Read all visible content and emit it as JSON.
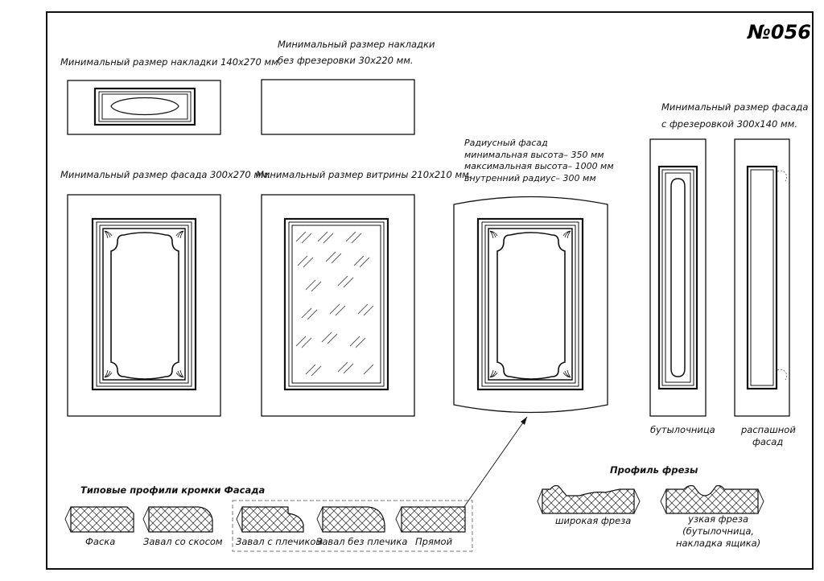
{
  "sheet_number": "№056",
  "labels": {
    "overlay_min": "Минимальный размер накладки 140х270 мм.",
    "overlay_plain_min_1": "Минимальный размер накладки",
    "overlay_plain_min_2": "без фрезеровки 30х220 мм.",
    "facade_min": "Минимальный размер фасада 300х270 мм.",
    "showcase_min": "Минимальный размер витрины 210х210 мм.",
    "radius": [
      "Радиусный фасад",
      "минимальная высота– 350 мм",
      "максимальная высота– 1000 мм",
      "внутренний радиус– 300 мм"
    ],
    "milled_min_1": "Минимальный размер фасада",
    "milled_min_2": "с фрезеровкой 300х140 мм.",
    "bottle": "бутылочница",
    "swing_1": "распашной",
    "swing_2": "фасад",
    "edge_profiles_title": "Типовые профили кромки Фасада",
    "edge_profiles": [
      "Фаска",
      "Завал со скосом",
      "Завал с плечиком",
      "Завал без плечика",
      "Прямой"
    ],
    "cutter_profile_title": "Профиль фрезы",
    "wide_cutter": "широкая фреза",
    "narrow_cutter": [
      "узкая фреза",
      "(бутылочница,",
      "накладка ящика)"
    ]
  },
  "colors": {
    "line": "#111111",
    "background": "#ffffff"
  }
}
